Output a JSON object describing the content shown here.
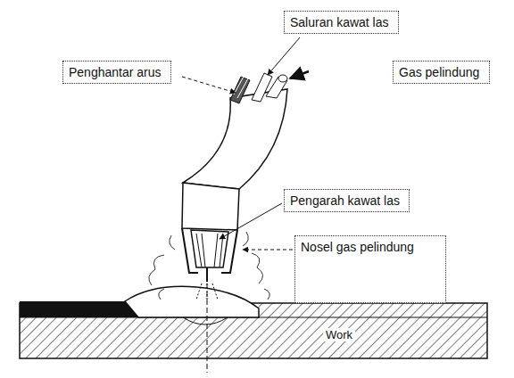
{
  "diagram": {
    "nodes": [
      {
        "text": [
          "Saluran kawat las"
        ]
      },
      {
        "text": [
          "Penghantar arus"
        ]
      },
      {
        "text": [
          "Gas pelindung"
        ]
      },
      {
        "text": [
          "Pengarah kawat las"
        ]
      },
      {
        "text": [
          "Nosel gas pelindung"
        ]
      }
    ],
    "labels": [
      "Work"
    ]
  }
}
